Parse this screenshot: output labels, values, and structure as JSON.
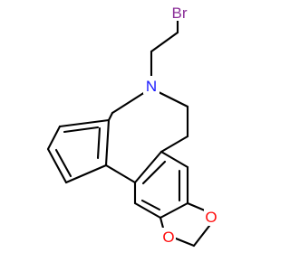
{
  "molecule": {
    "atoms": [
      {
        "id": "br",
        "symbol": "Br",
        "color": "#8b2f98"
      },
      {
        "id": "n",
        "symbol": "N",
        "color": "#1a1aff"
      },
      {
        "id": "o1",
        "symbol": "O",
        "color": "#ff0d0d"
      },
      {
        "id": "o2",
        "symbol": "O",
        "color": "#ff0d0d"
      }
    ],
    "bond_color": "#000000"
  }
}
